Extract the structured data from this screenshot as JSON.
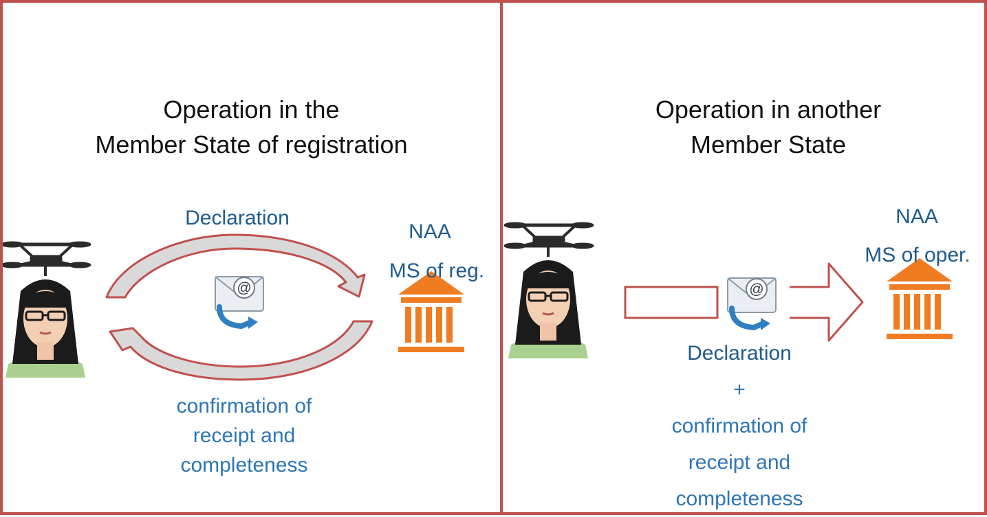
{
  "left": {
    "title_line1": "Operation in the",
    "title_line2": "Member State of registration",
    "top_label": "Declaration",
    "naa": "NAA",
    "ms": "MS of reg.",
    "bottom_line1": "confirmation of",
    "bottom_line2": "receipt and",
    "bottom_line3": "completeness"
  },
  "right": {
    "title_line1": "Operation in another",
    "title_line2": "Member State",
    "naa": "NAA",
    "ms": "MS of oper.",
    "label_line1": "Declaration",
    "label_line2": "+",
    "label_line3": "confirmation of",
    "label_line4": "receipt and",
    "label_line5": "completeness"
  },
  "icons": [
    "drone-pilot-icon",
    "email-icon",
    "authority-building-icon",
    "arrow-icon"
  ],
  "colors": {
    "frame": "#c0504d",
    "arrow_fill": "#d9d9d9",
    "building": "#f07c22",
    "title_text": "#111111",
    "naa_text": "#1f5b8e",
    "label_text": "#2e75b6"
  }
}
